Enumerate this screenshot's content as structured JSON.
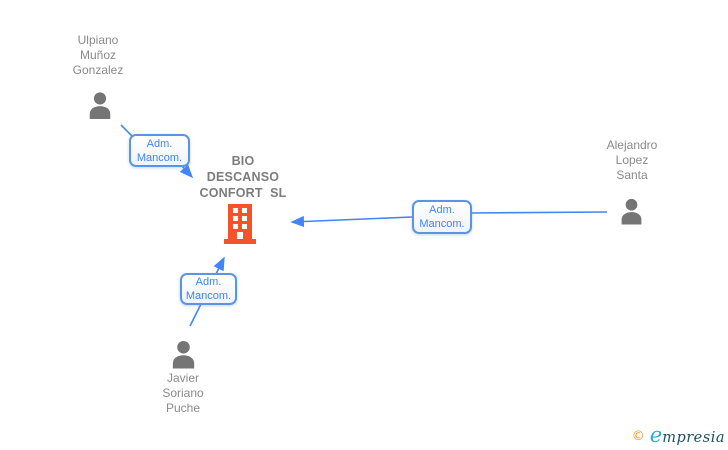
{
  "diagram": {
    "colors": {
      "background": "#ffffff",
      "arrow_blue": "#4285f4",
      "box_border_blue": "#5c93e5",
      "box_text_blue": "#4285f4",
      "building_orange": "#f4532c",
      "person_icon_gray": "#757575",
      "person_name_gray": "#8a8a8a",
      "company_name_gray": "#7c7c7c"
    },
    "company": {
      "name": "BIO DESCANSO CONFORT SL",
      "lines": [
        "BIO",
        "DESCANSO",
        "CONFORT  SL"
      ],
      "icon": "building-icon"
    },
    "persons": [
      {
        "id": "ulpiano",
        "name": "Ulpiano Muñoz Gonzalez",
        "lines": [
          "Ulpiano",
          "Muñoz",
          "Gonzalez"
        ],
        "icon": "person-icon"
      },
      {
        "id": "alejandro",
        "name": "Alejandro Lopez Santa",
        "lines": [
          "Alejandro",
          "Lopez",
          "Santa"
        ],
        "icon": "person-icon"
      },
      {
        "id": "javier",
        "name": "Javier Soriano Puche",
        "lines": [
          "Javier",
          "Soriano",
          "Puche"
        ],
        "icon": "person-icon"
      }
    ],
    "relationships": [
      {
        "from": "Ulpiano Muñoz Gonzalez",
        "to": "BIO DESCANSO CONFORT SL",
        "label": "Adm. Mancom.",
        "label_lines": [
          "Adm.",
          "Mancom."
        ]
      },
      {
        "from": "Alejandro Lopez Santa",
        "to": "BIO DESCANSO CONFORT SL",
        "label": "Adm. Mancom.",
        "label_lines": [
          "Adm.",
          "Mancom."
        ]
      },
      {
        "from": "Javier Soriano Puche",
        "to": "BIO DESCANSO CONFORT SL",
        "label": "Adm. Mancom.",
        "label_lines": [
          "Adm.",
          "Mancom."
        ]
      }
    ]
  },
  "watermark": {
    "copyright": "©",
    "brand": "empresia",
    "brand_first_letter": "e",
    "brand_rest": "mpresia"
  }
}
